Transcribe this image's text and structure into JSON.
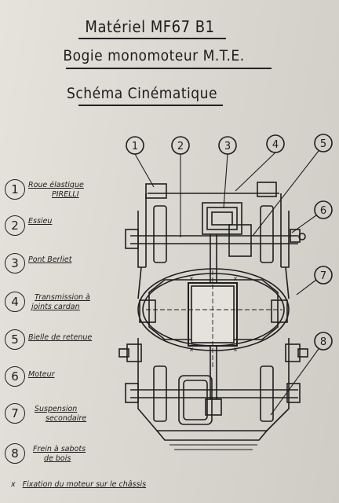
{
  "titles": {
    "line1": "Matériel MF67 B1",
    "line2": "Bogie monomoteur M.T.E.",
    "line3": "Schéma Cinématique"
  },
  "legend": [
    {
      "num": "1",
      "line1": "Roue élastique",
      "line2": "PIRELLI"
    },
    {
      "num": "2",
      "line1": "Essieu"
    },
    {
      "num": "3",
      "line1": "Pont Berliet"
    },
    {
      "num": "4",
      "line1": "Transmission à",
      "line2": "joints cardan"
    },
    {
      "num": "5",
      "line1": "Bielle de retenue"
    },
    {
      "num": "6",
      "line1": "Moteur"
    },
    {
      "num": "7",
      "line1": "Suspension",
      "line2": "secondaire"
    },
    {
      "num": "8",
      "line1": "Frein à sabots",
      "line2": "de bois"
    }
  ],
  "callouts": [
    "1",
    "2",
    "3",
    "4",
    "5",
    "6",
    "7",
    "8"
  ],
  "fixation_marks": [
    "x",
    "x",
    "x",
    "x"
  ],
  "footnote": {
    "symbol": "x",
    "text": "Fixation du moteur sur le châssis"
  }
}
